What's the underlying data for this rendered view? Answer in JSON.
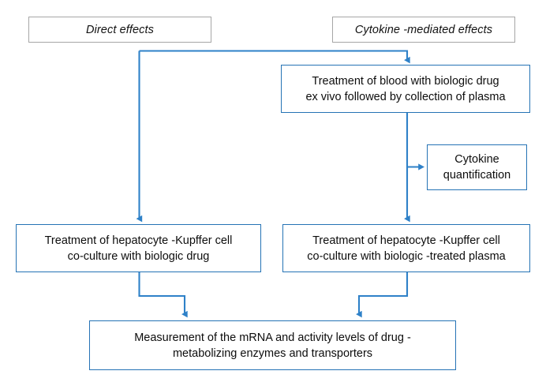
{
  "diagram": {
    "title": "Direct and cytokine-mediated effects experimental workflow",
    "accent_color": "#2e81c8",
    "box_border_color": "#2573b5",
    "header_border_color": "#a6a6a6",
    "background_color": "#ffffff",
    "text_color": "#0d0d0d"
  },
  "headers": [
    {
      "id": "direct-effects",
      "label": "Direct effects"
    },
    {
      "id": "cytokine-mediated-effects",
      "label": "Cytokine -mediated effects"
    }
  ],
  "nodes": [
    {
      "id": "blood-treatment",
      "line1": "Treatment of blood with biologic drug",
      "line2": "ex vivo followed by collection  of plasma"
    },
    {
      "id": "cytokine-quantification",
      "line1": "Cytokine",
      "line2": "quantification"
    },
    {
      "id": "coculture-drug",
      "line1": "Treatment of hepatocyte -Kupffer cell",
      "line2": "co-culture with biologic drug"
    },
    {
      "id": "coculture-plasma",
      "line1": "Treatment of hepatocyte -Kupffer cell",
      "line2": "co-culture with biologic -treated plasma"
    },
    {
      "id": "measurement",
      "line1": "Measurement of the mRNA and activity levels of drug -",
      "line2": "metabolizing enzymes and transporters"
    }
  ],
  "edges": [
    {
      "id": "edge-split-to-blood-treatment",
      "from": "cytokine-mediated-effects",
      "to": "blood-treatment"
    },
    {
      "id": "edge-split-to-coculture-drug",
      "from": "direct-effects",
      "to": "coculture-drug"
    },
    {
      "id": "edge-blood-to-cytokine-quantification",
      "from": "blood-treatment",
      "to": "cytokine-quantification"
    },
    {
      "id": "edge-blood-to-coculture-plasma",
      "from": "blood-treatment",
      "to": "coculture-plasma"
    },
    {
      "id": "edge-coculture-drug-to-measurement",
      "from": "coculture-drug",
      "to": "measurement"
    },
    {
      "id": "edge-coculture-plasma-to-measurement",
      "from": "coculture-plasma",
      "to": "measurement"
    }
  ]
}
